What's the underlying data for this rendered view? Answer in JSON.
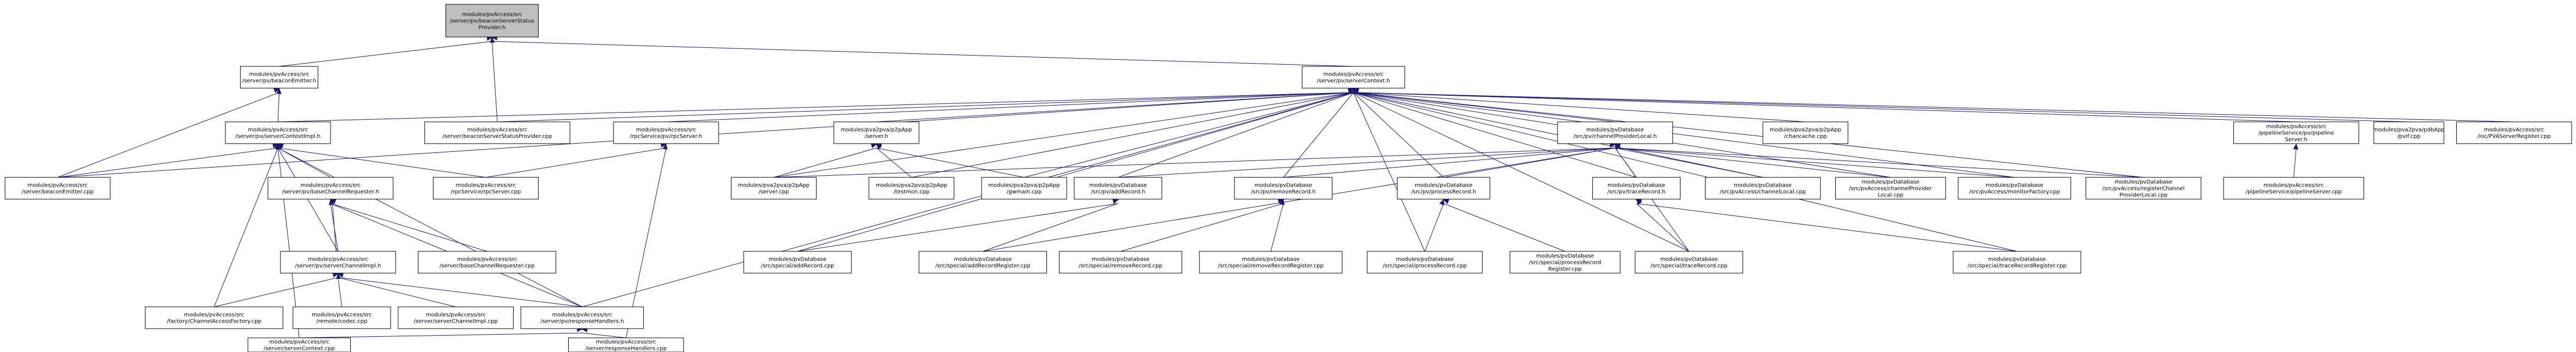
{
  "graph": {
    "nodes": [
      {
        "id": "root",
        "lines": [
          "modules/pvAccess/src",
          "/server/pv/beaconServerStatus",
          "Provider.h"
        ],
        "root": true
      },
      {
        "id": "beaconEmitterH",
        "lines": [
          "modules/pvAccess/src",
          "/server/pv/beaconEmitter.h"
        ]
      },
      {
        "id": "serverContextH",
        "lines": [
          "modules/pvAccess/src",
          "/server/pv/serverContext.h"
        ]
      },
      {
        "id": "bssProviderCpp",
        "lines": [
          "modules/pvAccess/src",
          "/server/beaconServerStatusProvider.cpp"
        ]
      },
      {
        "id": "serverContextImplH",
        "lines": [
          "modules/pvAccess/src",
          "/server/pv/serverContextImpl.h"
        ]
      },
      {
        "id": "beaconEmitterCpp",
        "lines": [
          "modules/pvAccess/src",
          "/server/beaconEmitter.cpp"
        ]
      },
      {
        "id": "rpcServerH",
        "lines": [
          "modules/pvAccess/src",
          "/rpcService/pv/rpcServer.h"
        ]
      },
      {
        "id": "rpcServerCpp",
        "lines": [
          "modules/pvAccess/src",
          "/rpcService/rpcServer.cpp"
        ]
      },
      {
        "id": "baseChannelRequesterH",
        "lines": [
          "modules/pvAccess/src",
          "/server/pv/baseChannelRequester.h"
        ]
      },
      {
        "id": "baseChannelRequesterCpp",
        "lines": [
          "modules/pvAccess/src",
          "/server/baseChannelRequester.cpp"
        ]
      },
      {
        "id": "serverChannelImplH",
        "lines": [
          "modules/pvAccess/src",
          "/server/pv/serverChannelImpl.h"
        ]
      },
      {
        "id": "factoryCpp",
        "lines": [
          "modules/pvAccess/src",
          "/factory/ChannelAccessFactory.cpp"
        ]
      },
      {
        "id": "codecCpp",
        "lines": [
          "modules/pvAccess/src",
          "/remote/codec.cpp"
        ]
      },
      {
        "id": "serverChannelImplCpp",
        "lines": [
          "modules/pvAccess/src",
          "/server/serverChannelImpl.cpp"
        ]
      },
      {
        "id": "responseHandlersH",
        "lines": [
          "modules/pvAccess/src",
          "/server/pv/responseHandlers.h"
        ]
      },
      {
        "id": "serverContextCpp",
        "lines": [
          "modules/pvAccess/src",
          "/server/serverContext.cpp"
        ]
      },
      {
        "id": "responseHandlersCpp",
        "lines": [
          "modules/pvAccess/src",
          "/server/responseHandlers.cpp"
        ]
      },
      {
        "id": "p2pServerH",
        "lines": [
          "modules/pva2pva/p2pApp",
          "/server.h"
        ]
      },
      {
        "id": "p2pServerCpp",
        "lines": [
          "modules/pva2pva/p2pApp",
          "/server.cpp"
        ]
      },
      {
        "id": "testmonCpp",
        "lines": [
          "modules/pva2pva/p2pApp",
          "/testmon.cpp"
        ]
      },
      {
        "id": "gwmainCpp",
        "lines": [
          "modules/pva2pva/p2pApp",
          "/gwmain.cpp"
        ]
      },
      {
        "id": "addRecordH",
        "lines": [
          "modules/pvDatabase",
          "/src/pv/addRecord.h"
        ]
      },
      {
        "id": "addRecordCpp",
        "lines": [
          "modules/pvDatabase",
          "/src/special/addRecord.cpp"
        ]
      },
      {
        "id": "addRecordRegisterCpp",
        "lines": [
          "modules/pvDatabase",
          "/src/special/addRecordRegister.cpp"
        ]
      },
      {
        "id": "channelProviderLocalH",
        "lines": [
          "modules/pvDatabase",
          "/src/pv/channelProviderLocal.h"
        ]
      },
      {
        "id": "removeRecordH",
        "lines": [
          "modules/pvDatabase",
          "/src/pv/removeRecord.h"
        ]
      },
      {
        "id": "removeRecordCpp",
        "lines": [
          "modules/pvDatabase",
          "/src/special/removeRecord.cpp"
        ]
      },
      {
        "id": "removeRecordRegisterCpp",
        "lines": [
          "modules/pvDatabase",
          "/src/special/removeRecordRegister.cpp"
        ]
      },
      {
        "id": "processRecordH",
        "lines": [
          "modules/pvDatabase",
          "/src/pv/processRecord.h"
        ]
      },
      {
        "id": "processRecordCpp",
        "lines": [
          "modules/pvDatabase",
          "/src/special/processRecord.cpp"
        ]
      },
      {
        "id": "processRecordRegisterCpp",
        "lines": [
          "modules/pvDatabase",
          "/src/special/processRecord",
          "Register.cpp"
        ]
      },
      {
        "id": "traceRecordH",
        "lines": [
          "modules/pvDatabase",
          "/src/pv/traceRecord.h"
        ]
      },
      {
        "id": "traceRecordCpp",
        "lines": [
          "modules/pvDatabase",
          "/src/special/traceRecord.cpp"
        ]
      },
      {
        "id": "traceRecordRegisterCpp",
        "lines": [
          "modules/pvDatabase",
          "/src/special/traceRecordRegister.cpp"
        ]
      },
      {
        "id": "chancacheCpp",
        "lines": [
          "modules/pva2pva/p2pApp",
          "/chancache.cpp"
        ]
      },
      {
        "id": "channelLocalCpp",
        "lines": [
          "modules/pvDatabase",
          "/src/pvAccess/channelLocal.cpp"
        ]
      },
      {
        "id": "channelProviderLocalCpp",
        "lines": [
          "modules/pvDatabase",
          "/src/pvAccess/channelProvider",
          "Local.cpp"
        ]
      },
      {
        "id": "monitorFactoryCpp",
        "lines": [
          "modules/pvDatabase",
          "/src/pvAccess/monitorFactory.cpp"
        ]
      },
      {
        "id": "registerChannelProviderLocalCpp",
        "lines": [
          "modules/pvDatabase",
          "/src/pvAccess/registerChannel",
          "ProviderLocal.cpp"
        ]
      },
      {
        "id": "pipelineServerH",
        "lines": [
          "modules/pvAccess/src",
          "/pipelineService/pv/pipeline",
          "Server.h"
        ]
      },
      {
        "id": "pipelineServerCpp",
        "lines": [
          "modules/pvAccess/src",
          "/pipelineService/pipelineServer.cpp"
        ]
      },
      {
        "id": "pdbAppPvifCpp",
        "lines": [
          "modules/pva2pva/pdbApp",
          "/pvif.cpp"
        ]
      },
      {
        "id": "iocPVAServerRegisterCpp",
        "lines": [
          "modules/pvAccess/src",
          "/ioc/PVAServerRegister.cpp"
        ]
      }
    ],
    "edges": [
      [
        "root",
        "beaconEmitterH"
      ],
      [
        "root",
        "serverContextH"
      ],
      [
        "root",
        "bssProviderCpp"
      ],
      [
        "beaconEmitterH",
        "serverContextImplH"
      ],
      [
        "beaconEmitterH",
        "beaconEmitterCpp"
      ],
      [
        "serverContextH",
        "serverContextImplH"
      ],
      [
        "serverContextH",
        "bssProviderCpp"
      ],
      [
        "serverContextH",
        "rpcServerH"
      ],
      [
        "serverContextH",
        "beaconEmitterCpp"
      ],
      [
        "serverContextH",
        "p2pServerH"
      ],
      [
        "serverContextH",
        "p2pServerCpp"
      ],
      [
        "serverContextH",
        "testmonCpp"
      ],
      [
        "serverContextH",
        "gwmainCpp"
      ],
      [
        "serverContextH",
        "addRecordH"
      ],
      [
        "serverContextH",
        "channelProviderLocalH"
      ],
      [
        "serverContextH",
        "chancacheCpp"
      ],
      [
        "serverContextH",
        "channelLocalCpp"
      ],
      [
        "serverContextH",
        "channelProviderLocalCpp"
      ],
      [
        "serverContextH",
        "monitorFactoryCpp"
      ],
      [
        "serverContextH",
        "registerChannelProviderLocalCpp"
      ],
      [
        "serverContextH",
        "pipelineServerH"
      ],
      [
        "serverContextH",
        "pdbAppPvifCpp"
      ],
      [
        "serverContextH",
        "iocPVAServerRegisterCpp"
      ],
      [
        "serverContextH",
        "responseHandlersH"
      ],
      [
        "serverContextH",
        "addRecordCpp"
      ],
      [
        "serverContextH",
        "processRecordCpp"
      ],
      [
        "serverContextH",
        "traceRecordCpp"
      ],
      [
        "serverContextH",
        "traceRecordRegisterCpp"
      ],
      [
        "serverContextH",
        "removeRecordH"
      ],
      [
        "serverContextH",
        "processRecordH"
      ],
      [
        "serverContextH",
        "traceRecordH"
      ],
      [
        "serverContextImplH",
        "beaconEmitterCpp"
      ],
      [
        "serverContextImplH",
        "rpcServerCpp"
      ],
      [
        "serverContextImplH",
        "baseChannelRequesterH"
      ],
      [
        "serverContextImplH",
        "serverChannelImplH"
      ],
      [
        "serverContextImplH",
        "factoryCpp"
      ],
      [
        "serverContextImplH",
        "responseHandlersH"
      ],
      [
        "serverContextImplH",
        "serverContextCpp"
      ],
      [
        "rpcServerH",
        "rpcServerCpp"
      ],
      [
        "rpcServerH",
        "responseHandlersCpp"
      ],
      [
        "baseChannelRequesterH",
        "baseChannelRequesterCpp"
      ],
      [
        "baseChannelRequesterH",
        "serverChannelImplH"
      ],
      [
        "baseChannelRequesterH",
        "responseHandlersH"
      ],
      [
        "serverChannelImplH",
        "baseChannelRequesterH"
      ],
      [
        "serverChannelImplH",
        "factoryCpp"
      ],
      [
        "serverChannelImplH",
        "codecCpp"
      ],
      [
        "serverChannelImplH",
        "serverChannelImplCpp"
      ],
      [
        "serverChannelImplH",
        "responseHandlersH"
      ],
      [
        "responseHandlersH",
        "serverContextCpp"
      ],
      [
        "responseHandlersH",
        "responseHandlersCpp"
      ],
      [
        "p2pServerH",
        "p2pServerCpp"
      ],
      [
        "p2pServerH",
        "testmonCpp"
      ],
      [
        "p2pServerH",
        "gwmainCpp"
      ],
      [
        "addRecordH",
        "addRecordCpp"
      ],
      [
        "addRecordH",
        "addRecordRegisterCpp"
      ],
      [
        "channelProviderLocalH",
        "p2pServerCpp"
      ],
      [
        "channelProviderLocalH",
        "addRecordH"
      ],
      [
        "channelProviderLocalH",
        "removeRecordH"
      ],
      [
        "channelProviderLocalH",
        "processRecordH"
      ],
      [
        "channelProviderLocalH",
        "traceRecordH"
      ],
      [
        "channelProviderLocalH",
        "channelLocalCpp"
      ],
      [
        "channelProviderLocalH",
        "channelProviderLocalCpp"
      ],
      [
        "channelProviderLocalH",
        "monitorFactoryCpp"
      ],
      [
        "channelProviderLocalH",
        "registerChannelProviderLocalCpp"
      ],
      [
        "channelProviderLocalH",
        "addRecordRegisterCpp"
      ],
      [
        "channelProviderLocalH",
        "traceRecordCpp"
      ],
      [
        "removeRecordH",
        "removeRecordCpp"
      ],
      [
        "removeRecordH",
        "removeRecordRegisterCpp"
      ],
      [
        "processRecordH",
        "processRecordCpp"
      ],
      [
        "processRecordH",
        "processRecordRegisterCpp"
      ],
      [
        "traceRecordH",
        "traceRecordCpp"
      ],
      [
        "traceRecordH",
        "traceRecordRegisterCpp"
      ],
      [
        "pipelineServerH",
        "pipelineServerCpp"
      ]
    ]
  }
}
